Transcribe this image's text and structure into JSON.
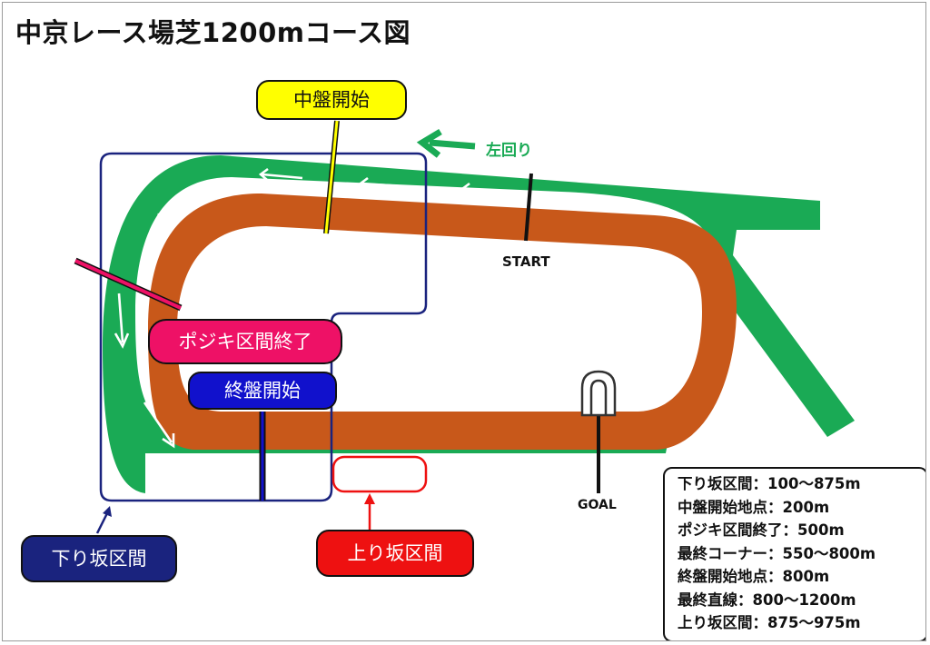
{
  "title": "中京レース場芝1200mコース図",
  "colors": {
    "turf": "#1aaa55",
    "dirt": "#c8581a",
    "mid_label_bg": "#ffff00",
    "pojiki_label_bg": "#ee1166",
    "final_label_bg": "#1111cc",
    "downhill_bg": "#1a237e",
    "uphill_bg": "#ee1111"
  },
  "direction": {
    "label": "左回り",
    "icon": "left-arrow-icon"
  },
  "markers": {
    "start": "START",
    "goal": "GOAL"
  },
  "labels": {
    "mid_start": "中盤開始",
    "pojiki_end": "ポジキ区間終了",
    "final_start": "終盤開始",
    "downhill": "下り坂区間",
    "uphill": "上り坂区間"
  },
  "legend": [
    "下り坂区間：100〜875m",
    "中盤開始地点：200m",
    "ポジキ区間終了：500m",
    "最終コーナー：550〜800m",
    "終盤開始地点：800m",
    "最終直線：800〜1200m",
    "上り坂区間：875〜975m"
  ]
}
